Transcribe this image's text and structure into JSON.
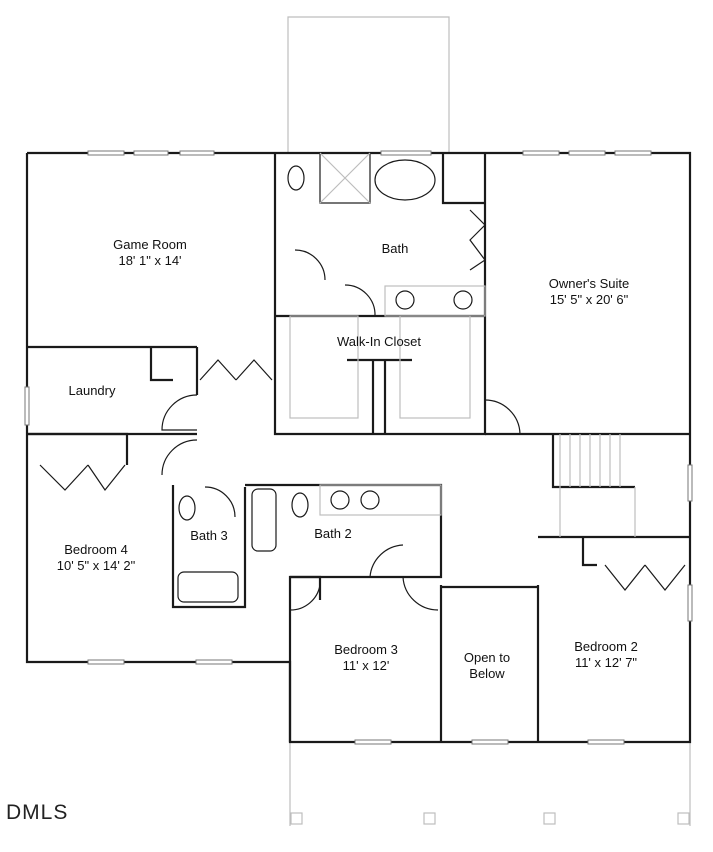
{
  "rooms": {
    "game_room": {
      "name": "Game Room",
      "size": "18' 1\" x 14'"
    },
    "bath": {
      "name": "Bath"
    },
    "owners_suite": {
      "name": "Owner's Suite",
      "size": "15' 5\" x 20' 6\""
    },
    "walk_in_closet": {
      "name": "Walk-In Closet"
    },
    "laundry": {
      "name": "Laundry"
    },
    "bedroom_4": {
      "name": "Bedroom 4",
      "size": "10' 5\" x 14' 2\""
    },
    "bath_3": {
      "name": "Bath 3"
    },
    "bath_2": {
      "name": "Bath 2"
    },
    "bedroom_3": {
      "name": "Bedroom 3",
      "size": "11' x 12'"
    },
    "open_to_below": {
      "name": "Open to Below"
    },
    "bedroom_2": {
      "name": "Bedroom 2",
      "size": "11' x 12' 7\""
    }
  },
  "watermark": "DMLS"
}
